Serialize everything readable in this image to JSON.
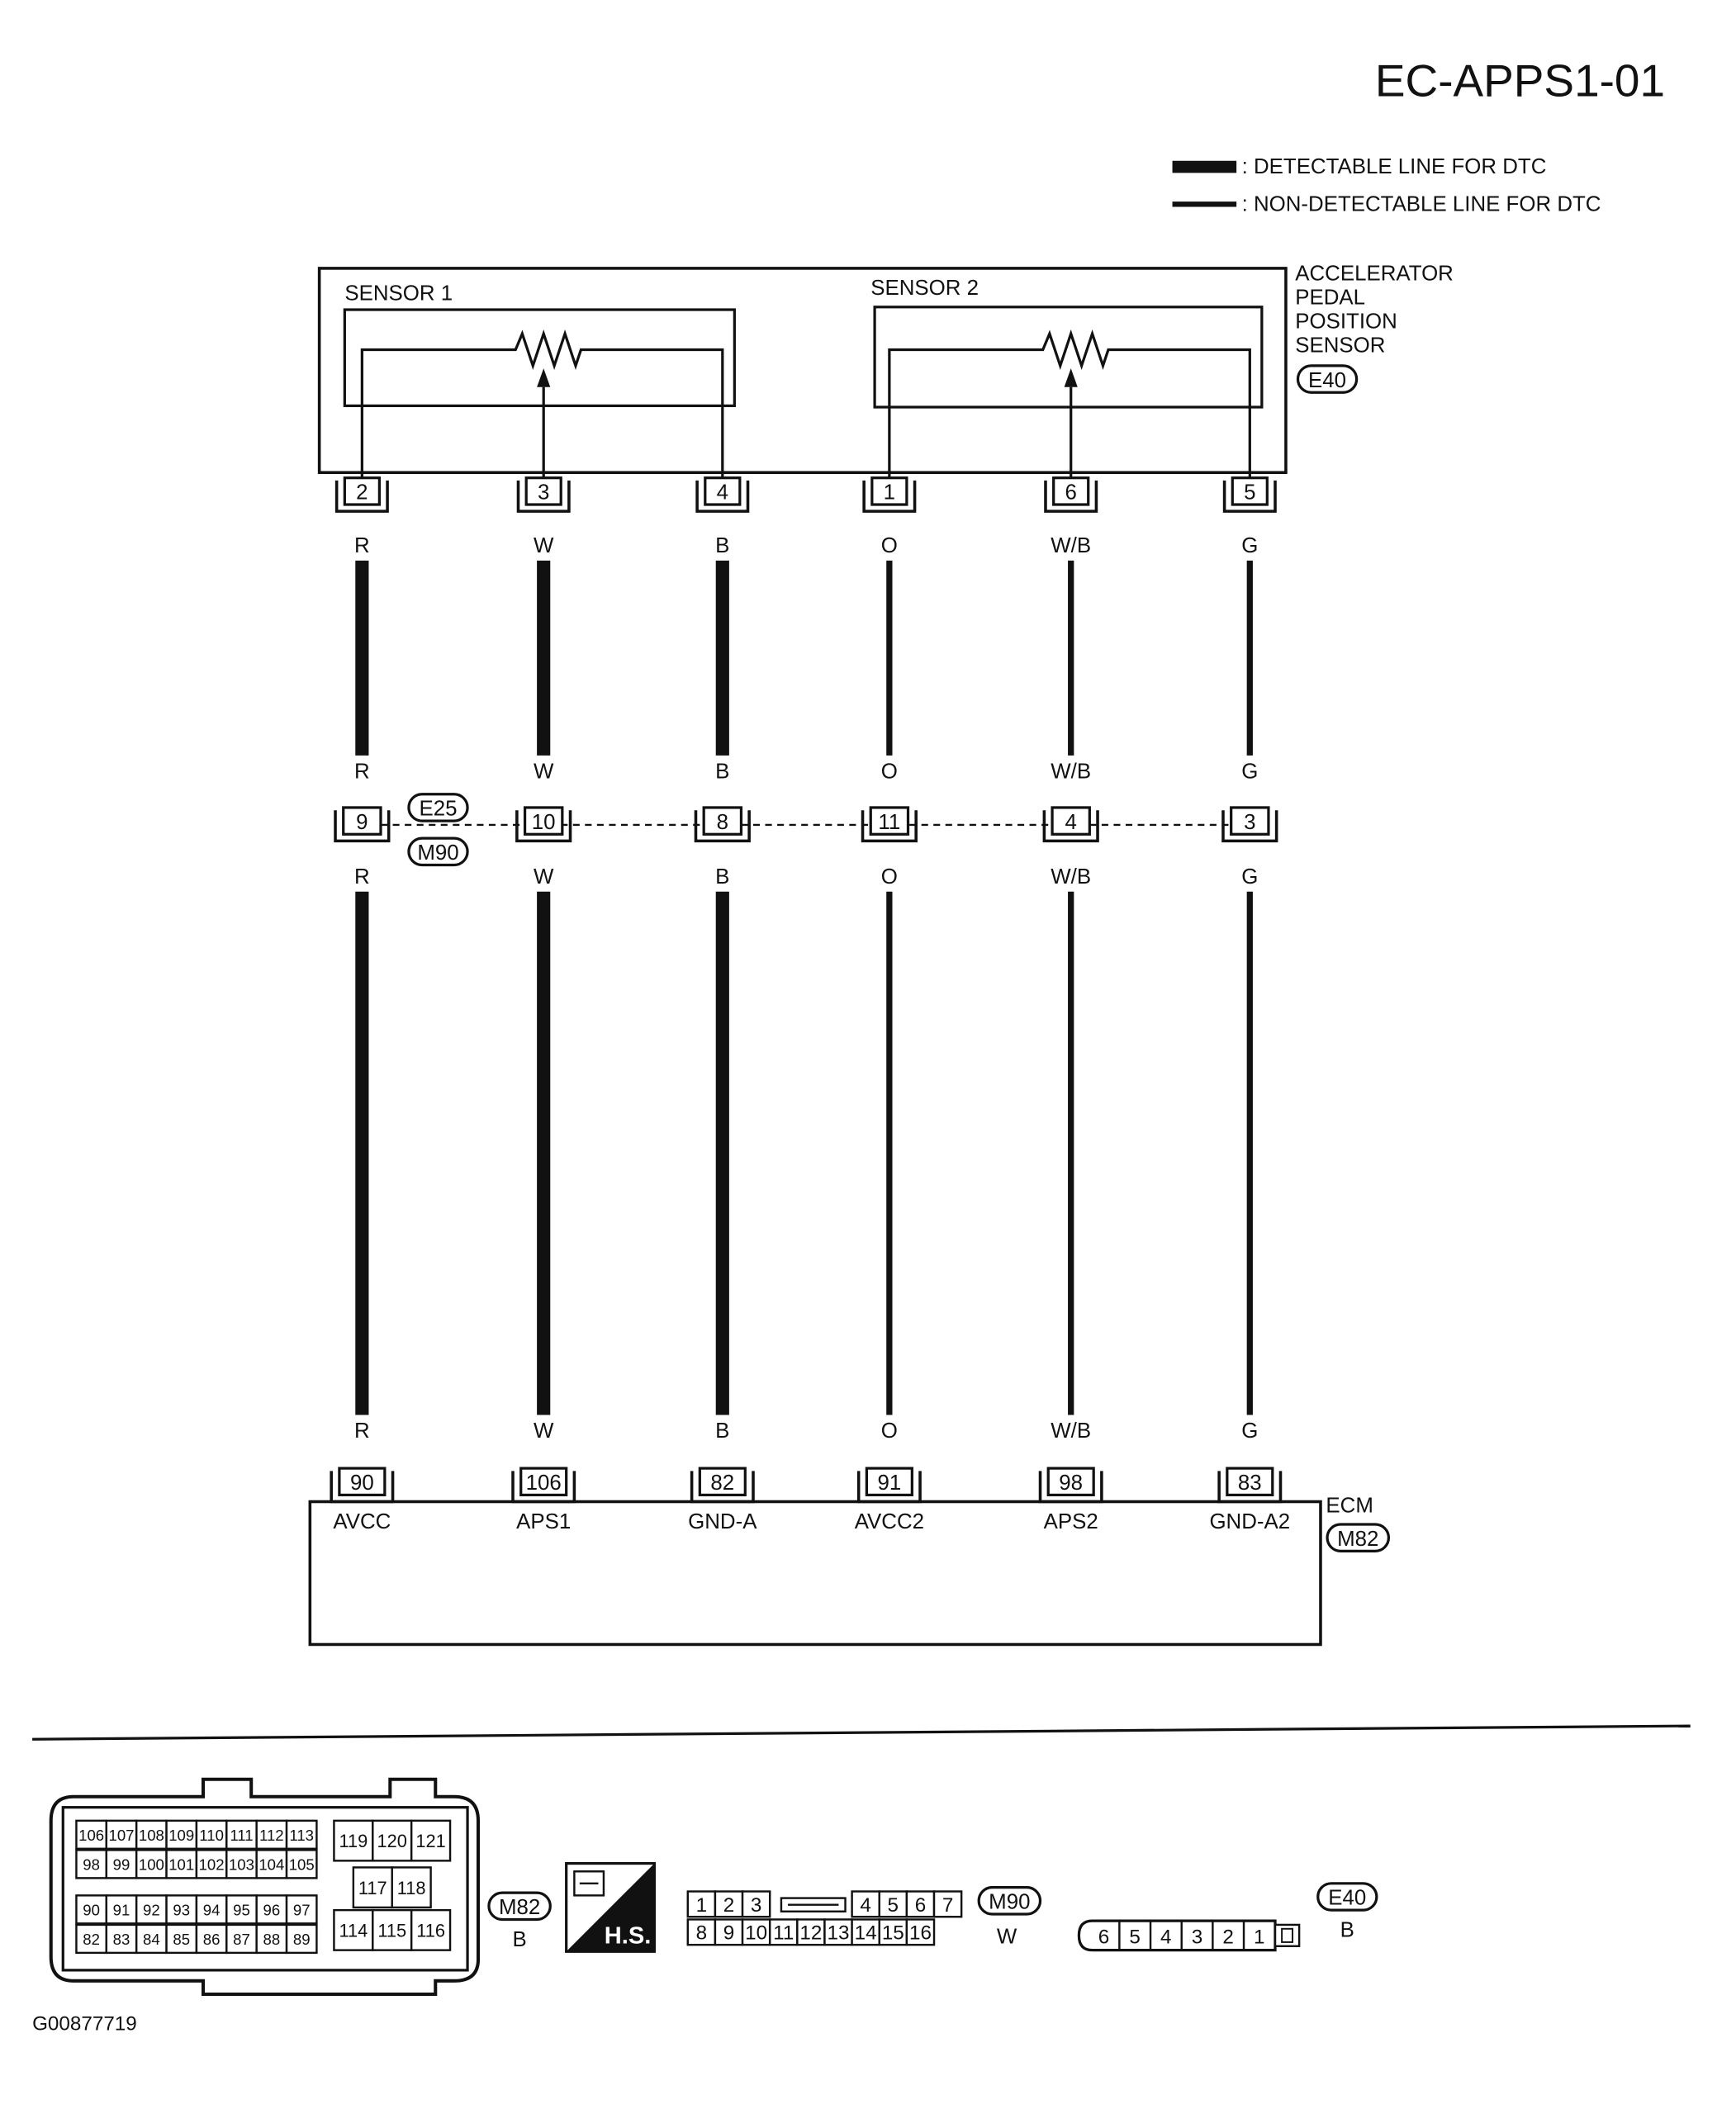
{
  "page_code": "EC-APPS1-01",
  "image_code": "G00877719",
  "legend": {
    "detectable": ": DETECTABLE LINE FOR DTC",
    "non_detectable": ": NON-DETECTABLE LINE FOR DTC"
  },
  "sensor": {
    "title_lines": [
      "ACCELERATOR",
      "PEDAL",
      "POSITION",
      "SENSOR"
    ],
    "connector": "E40",
    "sensor1_label": "SENSOR 1",
    "sensor2_label": "SENSOR 2"
  },
  "joint": {
    "connector_top": "E25",
    "connector_bottom": "M90"
  },
  "ecm": {
    "label": "ECM",
    "connector": "M82"
  },
  "wires": [
    {
      "sensor_pin": "2",
      "color": "R",
      "joint_pin": "9",
      "ecm_pin": "90",
      "ecm_name": "AVCC",
      "detectable": true
    },
    {
      "sensor_pin": "3",
      "color": "W",
      "joint_pin": "10",
      "ecm_pin": "106",
      "ecm_name": "APS1",
      "detectable": true
    },
    {
      "sensor_pin": "4",
      "color": "B",
      "joint_pin": "8",
      "ecm_pin": "82",
      "ecm_name": "GND-A",
      "detectable": true
    },
    {
      "sensor_pin": "1",
      "color": "O",
      "joint_pin": "11",
      "ecm_pin": "91",
      "ecm_name": "AVCC2",
      "detectable": false
    },
    {
      "sensor_pin": "6",
      "color": "W/B",
      "joint_pin": "4",
      "ecm_pin": "98",
      "ecm_name": "APS2",
      "detectable": false
    },
    {
      "sensor_pin": "5",
      "color": "G",
      "joint_pin": "3",
      "ecm_pin": "83",
      "ecm_name": "GND-A2",
      "detectable": false
    }
  ],
  "connectors": {
    "m82": {
      "label": "M82",
      "color": "B",
      "rows": [
        [
          "106",
          "107",
          "108",
          "109",
          "110",
          "111",
          "112",
          "113"
        ],
        [
          "98",
          "99",
          "100",
          "101",
          "102",
          "103",
          "104",
          "105"
        ],
        [
          "90",
          "91",
          "92",
          "93",
          "94",
          "95",
          "96",
          "97"
        ],
        [
          "82",
          "83",
          "84",
          "85",
          "86",
          "87",
          "88",
          "89"
        ]
      ],
      "right_rows": [
        [
          "119",
          "120",
          "121"
        ],
        [
          "117",
          "118"
        ],
        [
          "114",
          "115",
          "116"
        ]
      ]
    },
    "hs": {
      "label": "H.S."
    },
    "m90": {
      "label": "M90",
      "color": "W",
      "top_left": [
        "1",
        "2",
        "3"
      ],
      "top_right": [
        "4",
        "5",
        "6",
        "7"
      ],
      "bottom": [
        "8",
        "9",
        "10",
        "11",
        "12",
        "13",
        "14",
        "15",
        "16"
      ]
    },
    "e40": {
      "label": "E40",
      "color": "B",
      "pins": [
        "6",
        "5",
        "4",
        "3",
        "2",
        "1"
      ]
    }
  }
}
